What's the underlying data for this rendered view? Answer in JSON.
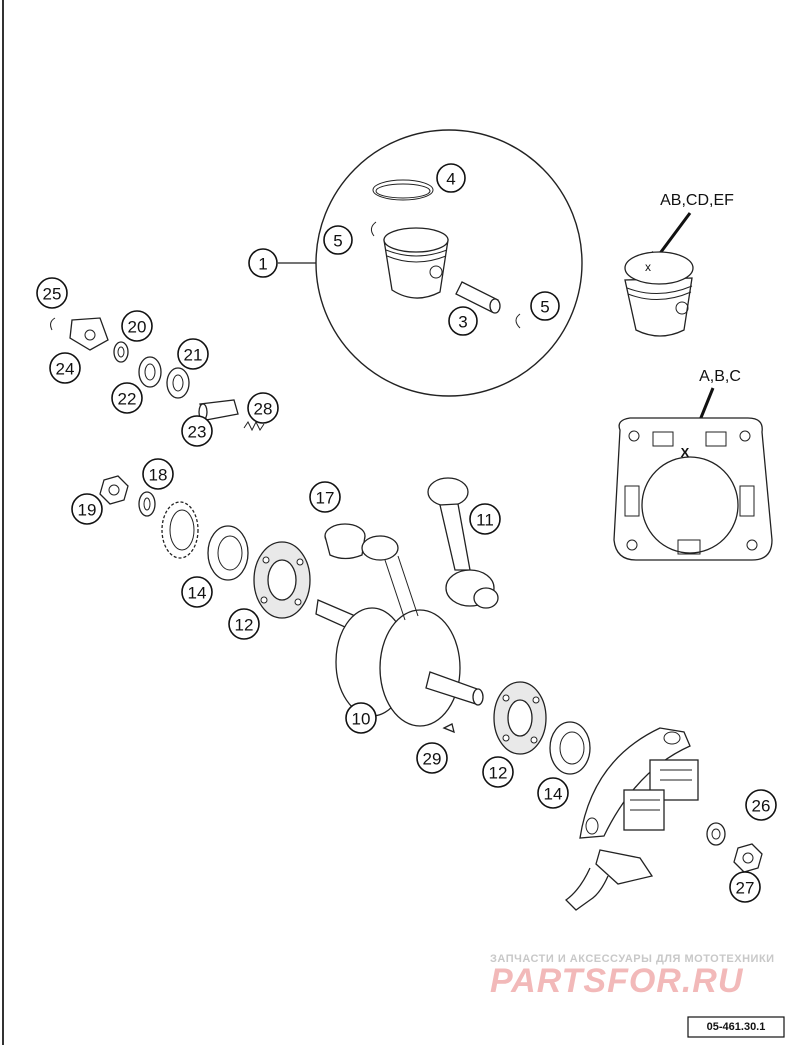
{
  "diagram": {
    "callouts": [
      {
        "id": "c1",
        "label": "1"
      },
      {
        "id": "c3",
        "label": "3"
      },
      {
        "id": "c4",
        "label": "4"
      },
      {
        "id": "c5a",
        "label": "5"
      },
      {
        "id": "c5b",
        "label": "5"
      },
      {
        "id": "c10",
        "label": "10"
      },
      {
        "id": "c11",
        "label": "11"
      },
      {
        "id": "c12a",
        "label": "12"
      },
      {
        "id": "c12b",
        "label": "12"
      },
      {
        "id": "c14a",
        "label": "14"
      },
      {
        "id": "c14b",
        "label": "14"
      },
      {
        "id": "c17",
        "label": "17"
      },
      {
        "id": "c18",
        "label": "18"
      },
      {
        "id": "c19",
        "label": "19"
      },
      {
        "id": "c20",
        "label": "20"
      },
      {
        "id": "c21",
        "label": "21"
      },
      {
        "id": "c22",
        "label": "22"
      },
      {
        "id": "c23",
        "label": "23"
      },
      {
        "id": "c24",
        "label": "24"
      },
      {
        "id": "c25",
        "label": "25"
      },
      {
        "id": "c26",
        "label": "26"
      },
      {
        "id": "c27",
        "label": "27"
      },
      {
        "id": "c28",
        "label": "28"
      },
      {
        "id": "c29",
        "label": "29"
      }
    ],
    "piston_mark_label": "AB,CD,EF",
    "cylinder_mark_label": "A,B,C",
    "x_mark": "x",
    "x_mark_bold": "X",
    "drawing_code": "05-461.30.1"
  },
  "watermark": {
    "tagline": "ЗАПЧАСТИ И АКСЕССУАРЫ ДЛЯ МОТОТЕХНИКИ",
    "brand": "PARTSFOR.RU"
  }
}
